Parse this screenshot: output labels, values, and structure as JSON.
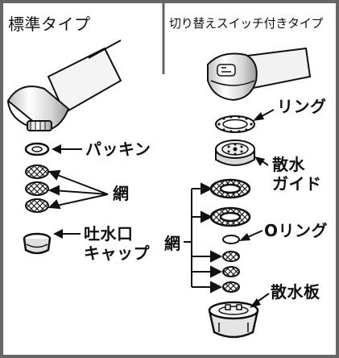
{
  "standard": {
    "title": "標準タイプ",
    "labels": {
      "packing": "パッキン",
      "mesh": "網",
      "cap_line1": "吐水口",
      "cap_line2": "キャップ"
    }
  },
  "switch_type": {
    "title": "切り替えスイッチ付きタイプ",
    "labels": {
      "ring": "リング",
      "guide_line1": "散水",
      "guide_line2": "ガイド",
      "o_ring": "Oリング",
      "mesh": "網",
      "plate": "散水板"
    }
  },
  "colors": {
    "border": "#666666",
    "ink": "#111111"
  }
}
